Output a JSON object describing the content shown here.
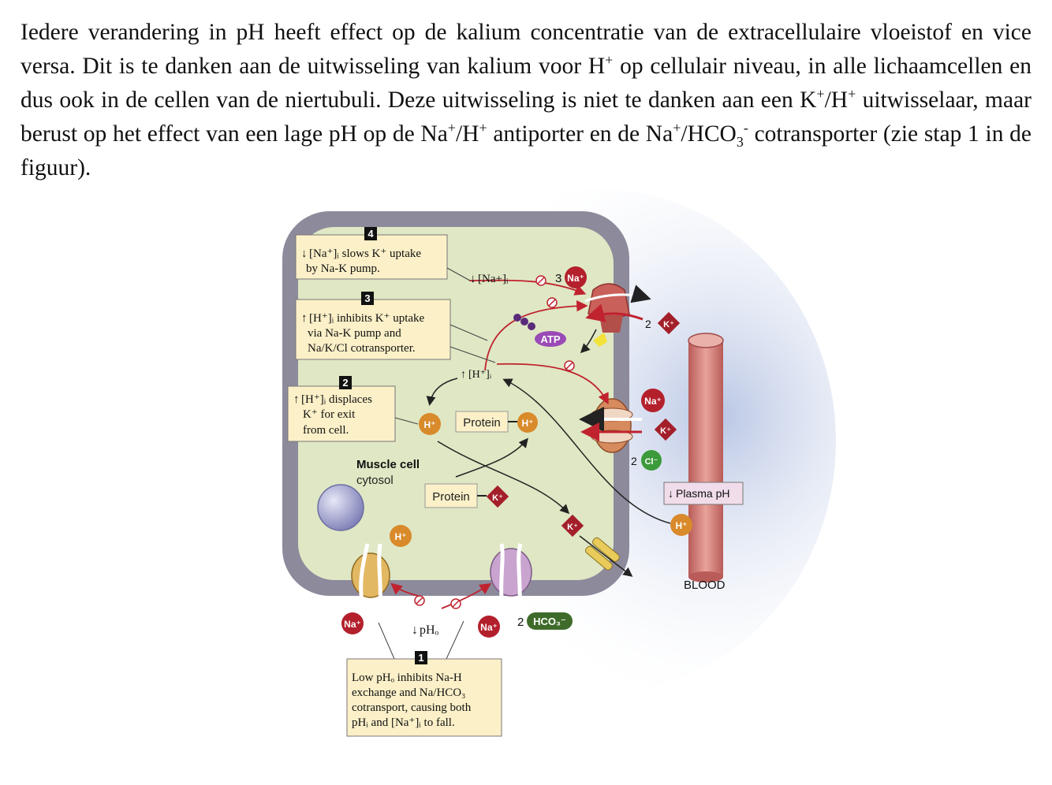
{
  "paragraph": {
    "t1": "Iedere verandering in pH heeft effect op de kalium concentratie van de extracellulaire vloeistof en vice versa. Dit is te danken aan de uitwisseling van kalium voor H",
    "t2": " op cellulair niveau, in alle lichaamcellen en dus ook in de cellen van de niertubuli. Deze uitwisseling is niet te danken aan een K",
    "t3": "/H",
    "t4": " uitwisselaar, maar berust op het effect van een lage pH op de Na",
    "t5": "/H",
    "t6": " antiporter en de Na",
    "t7": "/HCO",
    "t8": " cotransporter (zie stap 1 in de figuur).",
    "plus": "+",
    "sub3": "3",
    "minus": "-"
  },
  "figure": {
    "step_numbers": [
      "4",
      "3",
      "2",
      "1"
    ],
    "box4": {
      "line1": "[Na⁺]ᵢ slows K⁺ uptake",
      "line2": "by Na-K pump."
    },
    "box3": {
      "line1": "[H⁺]ᵢ inhibits K⁺ uptake",
      "line2": "via Na-K pump and",
      "line3": "Na/K/Cl cotransporter."
    },
    "box2": {
      "line1": "[H⁺]ᵢ displaces",
      "line2": "K⁺ for exit",
      "line3": "from cell."
    },
    "box1": {
      "line1": "Low pHₒ inhibits Na-H",
      "line2": "exchange and Na/HCO₃",
      "line3": "cotransport, causing both",
      "line4": "pHᵢ and [Na⁺]ᵢ to fall."
    },
    "na_i_label": "[Na+]ᵢ",
    "h_i_label": "[H⁺]ᵢ",
    "ph_o_label": "pHₒ",
    "plasma_ph": "Plasma pH",
    "blood": "BLOOD",
    "muscle_cell": "Muscle cell",
    "cytosol": "cytosol",
    "protein": "Protein",
    "atp": "ATP",
    "ions": {
      "na": "Na⁺",
      "k": "K⁺",
      "h": "H⁺",
      "cl": "Cl⁻",
      "hco3": "HCO₃⁻"
    },
    "coef": {
      "three": "3",
      "two": "2"
    },
    "colors": {
      "na": "#b3202c",
      "k": "#a31f2a",
      "h": "#d98a2a",
      "cl": "#3b9a3a",
      "hco3": "#3f6b2a",
      "cell": "#dfe7c4",
      "membrane": "#8d8a9c",
      "vessel": "#c76d68",
      "box": "#fbf0c8"
    }
  }
}
